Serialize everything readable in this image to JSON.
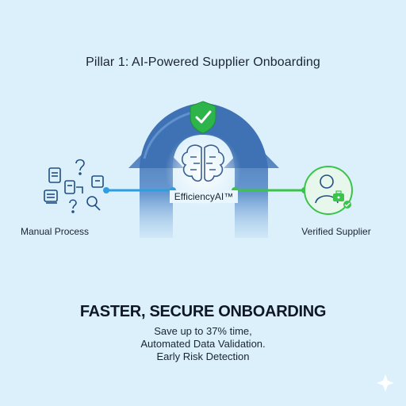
{
  "title": "Pillar 1: AI-Powered Supplier Onboarding",
  "left_label": "Manual Process",
  "center_label": "EfficiencyAI™",
  "right_label": "Verified Supplier",
  "headline": "FASTER, SECURE ONBOARDING",
  "benefits": [
    "Save up to 37% time,",
    "Automated Data Validation.",
    "Early Risk Detection"
  ],
  "colors": {
    "background": "#dcf0fb",
    "arch": "#3b6fb0",
    "input_line": "#2d9ee0",
    "output_line": "#3bc34b",
    "shield": "#27b34a"
  },
  "icons": {
    "left": [
      "document-icon",
      "question-mark-icon",
      "clipboard-icon",
      "file-box-icon",
      "notes-stack-icon",
      "chat-doc-icon",
      "magnifier-icon"
    ],
    "center": [
      "brain-icon",
      "shield-check-icon"
    ],
    "right": [
      "verified-user-icon",
      "briefcase-icon"
    ]
  }
}
